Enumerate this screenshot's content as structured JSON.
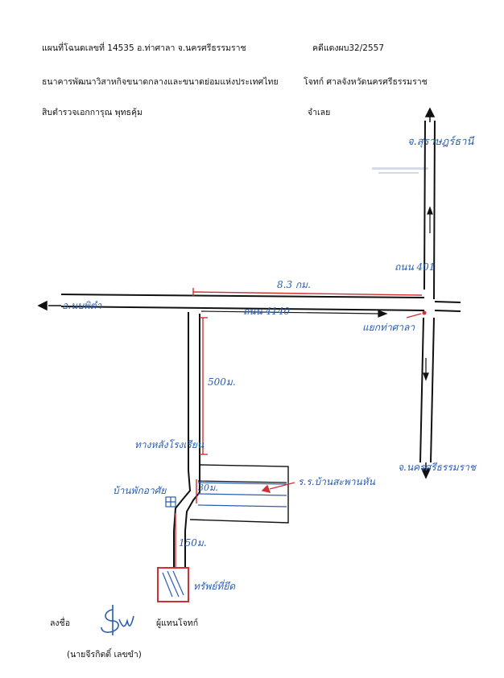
{
  "header": {
    "deed_line": "แผนที่โฉนดเลขที่ 14535 อ.ท่าศาลา จ.นครศรีธรรมราช",
    "case_no": "คดีแดงผบ32/2557",
    "plaintiff": "ธนาคารพัฒนาวิสาหกิจขนาดกลางและขนาดย่อมแห่งประเทศไทย",
    "plaintiff_role": "โจทก์ ศาลจังหวัดนครศรีธรรมราช",
    "defendant": "สิบตำรวจเอกการุณ พุทธคุ้ม",
    "defendant_role": "จำเลย"
  },
  "map": {
    "north_label": "จ.สุราษฎร์ธานี",
    "highway_401_label": "ถนน 401",
    "distance_label": "8.3 กม.",
    "road_4140_label": "ถนน 4140",
    "west_label": "อ.นบพิตำ",
    "junction_label": "แยกท่าศาลา",
    "distance_500": "500ม.",
    "road_branch_label": "ทางหลังโรงเรียน",
    "side_distance": "30ม.",
    "school_label": "ร.ร.บ้านสะพานหัน",
    "house_label": "บ้านพักอาศัย",
    "distance_150": "150ม.",
    "property_label": "ทรัพย์ที่ยึด",
    "south_label": "จ.นครศรีธรรมราช"
  },
  "footer": {
    "sign_label": "ลงชื่อ",
    "representative": "ผู้แทนโจทก์",
    "signer_name": "(นายจีรกิตติ์ เลขขำ)"
  },
  "colors": {
    "ink_blue": "#2a5db0",
    "ink_red": "#d03030",
    "road_black": "#111111"
  }
}
